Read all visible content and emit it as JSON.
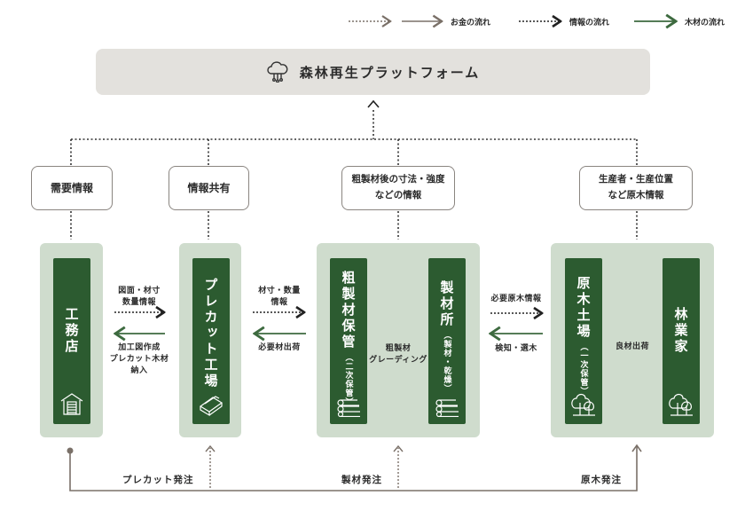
{
  "legend": {
    "money": "お金の流れ",
    "info": "情報の流れ",
    "wood": "木材の流れ"
  },
  "colors": {
    "dark_green": "#2c5b30",
    "container_green": "#cfdccd",
    "platform_bg": "#e3e1dd",
    "money_gray": "#7a7068",
    "wood_arrow": "#3d6a3f"
  },
  "platform": {
    "icon": "cloud-network-icon",
    "title": "森林再生プラットフォーム"
  },
  "info_boxes": [
    {
      "line1": "需要情報",
      "line2": ""
    },
    {
      "line1": "情報共有",
      "line2": ""
    },
    {
      "line1": "粗製材後の寸法・強度",
      "line2": "などの情報"
    },
    {
      "line1": "生産者・生産位置",
      "line2": "など原木情報"
    }
  ],
  "nodes": [
    {
      "label": "工務店",
      "sub": "",
      "icon": "house-icon"
    },
    {
      "label": "プレカット工場",
      "sub": "",
      "icon": "lumber-icon"
    },
    {
      "label": "粗製材保管",
      "sub": "（二次保管）",
      "icon": "logs-icon"
    },
    {
      "label": "製材所",
      "sub": "（製材・乾燥）",
      "icon": "logs-icon"
    },
    {
      "label": "原木土場",
      "sub": "（一次保管）",
      "icon": "trees-icon"
    },
    {
      "label": "林業家",
      "sub": "",
      "icon": "trees-icon"
    }
  ],
  "flows": {
    "a_info_1": "図面・材寸",
    "a_info_2": "数量情報",
    "a_wood_1": "加工図作成",
    "a_wood_2": "プレカット木材",
    "a_wood_3": "納入",
    "b_info_1": "材寸・数量",
    "b_info_2": "情報",
    "b_wood": "必要材出荷",
    "c_wood_1": "粗製材",
    "c_wood_2": "グレーディング",
    "d_info": "必要原木情報",
    "d_wood": "検知・選木",
    "e_wood": "良材出荷"
  },
  "orders": {
    "precut": "プレカット発注",
    "sawmill": "製材発注",
    "log": "原木発注"
  }
}
